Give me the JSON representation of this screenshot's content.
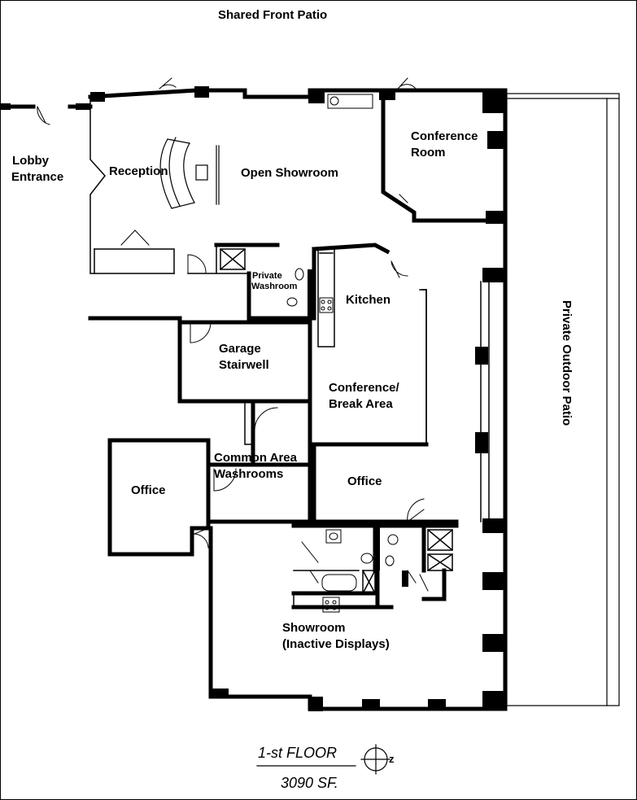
{
  "labels": {
    "shared_front_patio": "Shared Front Patio",
    "lobby_entrance_1": "Lobby",
    "lobby_entrance_2": "Entrance",
    "reception": "Reception",
    "open_showroom": "Open Showroom",
    "conference_room_1": "Conference",
    "conference_room_2": "Room",
    "private_washroom_1": "Private",
    "private_washroom_2": "Washroom",
    "kitchen": "Kitchen",
    "garage_stairwell_1": "Garage",
    "garage_stairwell_2": "Stairwell",
    "conference_break_1": "Conference/",
    "conference_break_2": "Break Area",
    "common_washrooms_1": "Common Area",
    "common_washrooms_2": "Washrooms",
    "office_left": "Office",
    "office_right": "Office",
    "showroom_inactive_1": "Showroom",
    "showroom_inactive_2": "(Inactive Displays)",
    "private_outdoor_patio": "Private Outdoor Patio",
    "floor_name": "1-st FLOOR",
    "floor_area": "3090 SF.",
    "north_mark": "z"
  }
}
